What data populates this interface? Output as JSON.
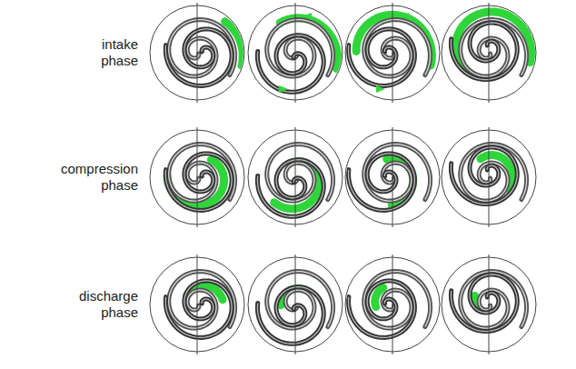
{
  "diagram": {
    "labels": [
      "intake phase",
      "compression phase",
      "discharge phase"
    ]
  }
}
